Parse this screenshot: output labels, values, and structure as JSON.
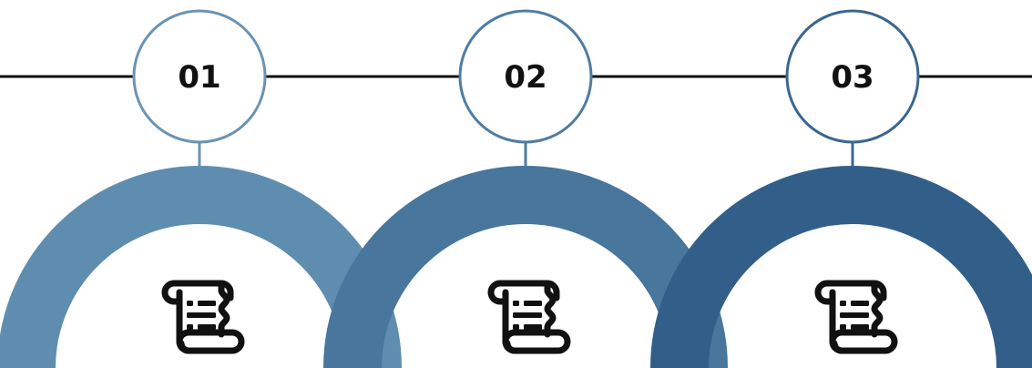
{
  "colors": {
    "timeline_line": "#111111",
    "icon_stroke": "#111111",
    "background": "#ffffff"
  },
  "steps": [
    {
      "number": "01",
      "color": "#5f8db0",
      "ring_color": "#6b93b3",
      "icon": "scroll-icon"
    },
    {
      "number": "02",
      "color": "#48769c",
      "ring_color": "#4f7ca2",
      "icon": "scroll-icon"
    },
    {
      "number": "03",
      "color": "#325e8a",
      "ring_color": "#3a6690",
      "icon": "scroll-icon"
    }
  ]
}
